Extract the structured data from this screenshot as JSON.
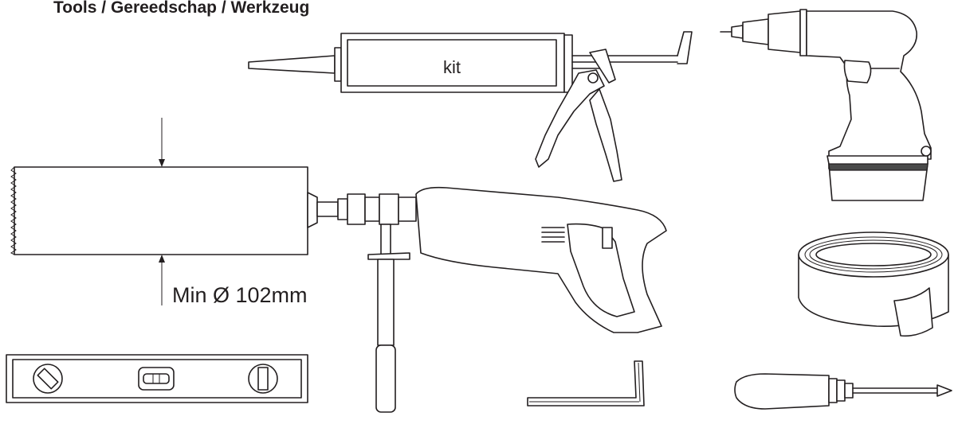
{
  "title": "Tools / Gereedschap / Werkzeug",
  "caulking_gun": {
    "label": "kit"
  },
  "hole_saw": {
    "dimension_label": "Min Ø 102mm"
  },
  "tools": [
    {
      "name": "caulking-gun"
    },
    {
      "name": "cordless-drill"
    },
    {
      "name": "hole-saw"
    },
    {
      "name": "hammer-drill"
    },
    {
      "name": "tape-roll"
    },
    {
      "name": "spirit-level"
    },
    {
      "name": "allen-key"
    },
    {
      "name": "screwdriver"
    }
  ]
}
